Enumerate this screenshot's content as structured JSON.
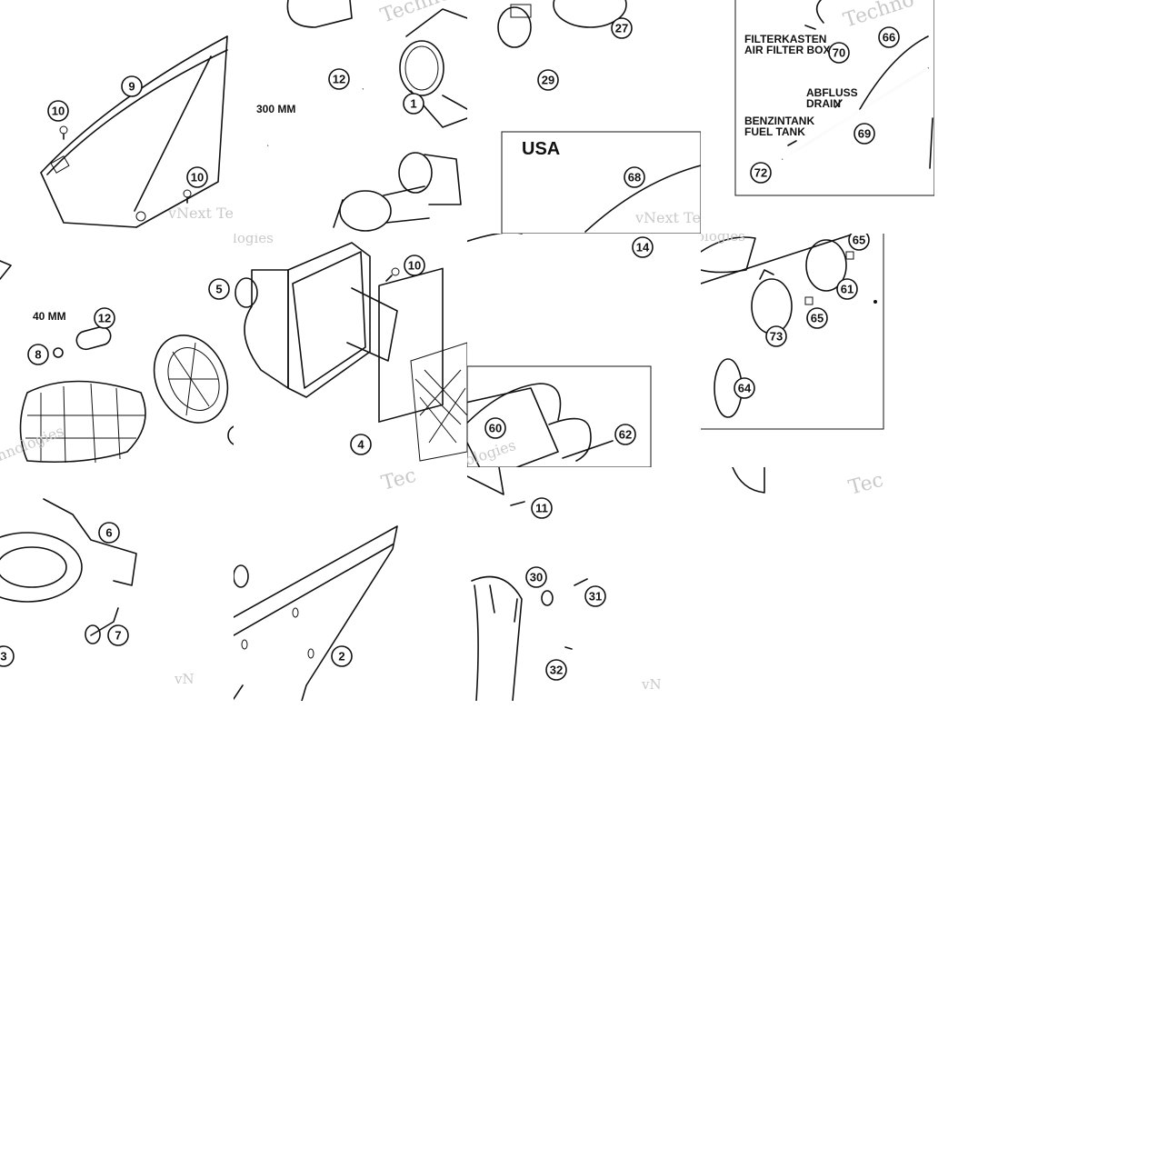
{
  "callouts": [
    "1",
    "2",
    "3",
    "4",
    "5",
    "6",
    "7",
    "8",
    "9",
    "10",
    "11",
    "12",
    "14",
    "27",
    "29",
    "30",
    "31",
    "32",
    "60",
    "61",
    "62",
    "64",
    "65",
    "66",
    "68",
    "69",
    "70",
    "72",
    "73"
  ],
  "labels": {
    "len300": "300 MM",
    "len40": "40 MM",
    "usa": "USA",
    "filterkasten": "FILTERKASTEN",
    "air_filter_box": "AIR FILTER BOX",
    "abfluss": "ABFLUSS",
    "drain": "DRAIN",
    "benzintank": "BENZINTANK",
    "fuel_tank": "FUEL TANK"
  },
  "watermark": {
    "tech": "Techno",
    "tech_short": "Tec",
    "vnext": "vNext Tec",
    "vn": "vN",
    "logies": "ologies",
    "chnologies": "chnologies"
  }
}
